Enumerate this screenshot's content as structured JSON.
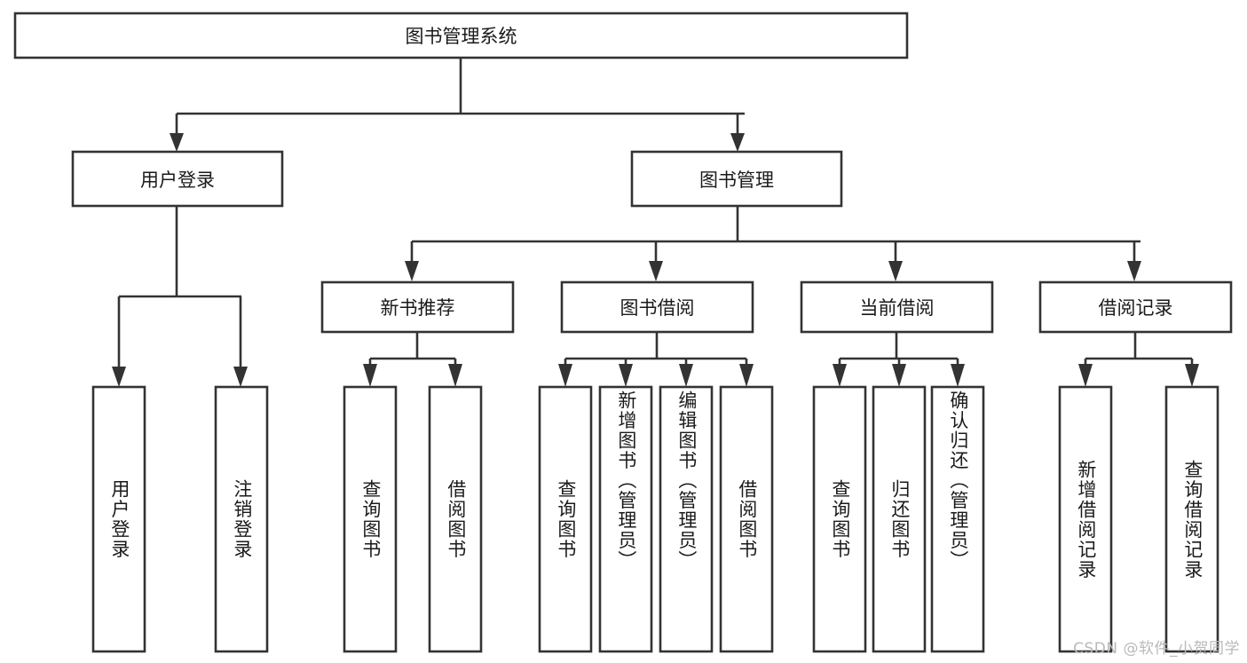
{
  "diagram": {
    "type": "tree-hierarchy",
    "title": "图书管理系统",
    "watermark": "CSDN @软件_小贺同学",
    "root": {
      "id": "root",
      "label": "图书管理系统",
      "orientation": "horizontal"
    },
    "level2": [
      {
        "id": "user-login",
        "label": "用户登录",
        "orientation": "horizontal"
      },
      {
        "id": "book-management",
        "label": "图书管理",
        "orientation": "horizontal"
      }
    ],
    "level3": [
      {
        "id": "new-book-recommend",
        "label": "新书推荐",
        "orientation": "horizontal",
        "parent": "book-management"
      },
      {
        "id": "book-borrow",
        "label": "图书借阅",
        "orientation": "horizontal",
        "parent": "book-management"
      },
      {
        "id": "current-borrow",
        "label": "当前借阅",
        "orientation": "horizontal",
        "parent": "book-management"
      },
      {
        "id": "borrow-record",
        "label": "借阅记录",
        "orientation": "horizontal",
        "parent": "book-management"
      }
    ],
    "leaves": [
      {
        "id": "leaf-user-login",
        "label": "用户登录",
        "parent": "user-login"
      },
      {
        "id": "leaf-user-logout",
        "label": "注销登录",
        "parent": "user-login"
      },
      {
        "id": "leaf-query-book-1",
        "label": "查询图书",
        "parent": "new-book-recommend"
      },
      {
        "id": "leaf-borrow-book-1",
        "label": "借阅图书",
        "parent": "new-book-recommend"
      },
      {
        "id": "leaf-query-book-2",
        "label": "查询图书",
        "parent": "book-borrow"
      },
      {
        "id": "leaf-add-book",
        "label": "新增图书（管理员）",
        "parent": "book-borrow"
      },
      {
        "id": "leaf-edit-book",
        "label": "编辑图书（管理员）",
        "parent": "book-borrow"
      },
      {
        "id": "leaf-borrow-book-2",
        "label": "借阅图书",
        "parent": "book-borrow"
      },
      {
        "id": "leaf-query-book-3",
        "label": "查询图书",
        "parent": "current-borrow"
      },
      {
        "id": "leaf-return-book",
        "label": "归还图书",
        "parent": "current-borrow"
      },
      {
        "id": "leaf-confirm-return",
        "label": "确认归还（管理员）",
        "parent": "current-borrow"
      },
      {
        "id": "leaf-add-record",
        "label": "新增借阅记录",
        "parent": "borrow-record"
      },
      {
        "id": "leaf-query-record",
        "label": "查询借阅记录",
        "parent": "borrow-record"
      }
    ],
    "colors": {
      "stroke": "#333333",
      "fill": "#ffffff",
      "text": "#1a1a1a",
      "watermark": "#b9b9b9",
      "background": "#ffffff"
    }
  }
}
